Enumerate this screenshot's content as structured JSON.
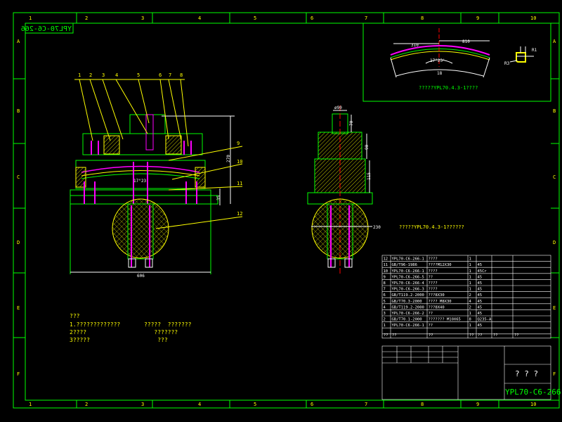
{
  "colors": {
    "frame": "#00ff00",
    "hatch": "#ffff00",
    "bolt": "#ff00ff",
    "leader": "#ffff00",
    "dimension": "#ffffff",
    "part_outline": "#00ff00",
    "shaft": "#ff00ff",
    "red": "#ff0000"
  },
  "border": {
    "col_labels_top": [
      "1",
      "2",
      "3",
      "4",
      "5",
      "6",
      "7",
      "8",
      "9",
      "10"
    ],
    "col_labels_bottom": [
      "1",
      "2",
      "3",
      "4",
      "5",
      "6",
      "7",
      "8",
      "9",
      "10"
    ],
    "row_labels_left": [
      "A",
      "B",
      "C",
      "D",
      "E",
      "F"
    ],
    "row_labels_right": [
      "A",
      "B",
      "C",
      "D",
      "E",
      "F"
    ]
  },
  "drawing_code_mirrored": "YPL70-C6-266",
  "detail_view": {
    "dim_left": "310",
    "dim_right": "810",
    "dim_bottom": "18",
    "angle": "17°23'",
    "radius_1": "R3",
    "radius_2": "R1",
    "caption": "?????YPL70.4.3-1????"
  },
  "front_view": {
    "balloons_top": [
      "1",
      "2",
      "3",
      "4",
      "5",
      "6",
      "7",
      "8"
    ],
    "balloons_right": [
      "9",
      "10",
      "11",
      "12"
    ],
    "dim_height": "270",
    "dim_small": "35",
    "dim_width": "606",
    "angle": "17°23'"
  },
  "side_view": {
    "dim_top": "ø90",
    "dim_1": "70",
    "dim_2": "90",
    "dim_3": "115",
    "dim_right": "230",
    "caption": "?????YPL70.4.3-1??????"
  },
  "notes": {
    "heading": "???",
    "lines": [
      "1.?????????????       ?????  ???????",
      "2????                    ???????",
      "3?????                    ???"
    ]
  },
  "bom": {
    "rows": [
      {
        "no": "12",
        "code": "YPL70-C6-266-1",
        "name": "????",
        "qty": "1",
        "mat": "",
        "note": ""
      },
      {
        "no": "11",
        "code": "GB/T96-1986",
        "name": "????M12X30",
        "qty": "1",
        "mat": "45",
        "note": ""
      },
      {
        "no": "10",
        "code": "YPL70-C6-266-1",
        "name": "????",
        "qty": "1",
        "mat": "45Cr",
        "note": ""
      },
      {
        "no": "9",
        "code": "YPL70-C6-266-5",
        "name": "??",
        "qty": "1",
        "mat": "45",
        "note": ""
      },
      {
        "no": "8",
        "code": "YPL70-C6-266-4",
        "name": "????",
        "qty": "1",
        "mat": "45",
        "note": ""
      },
      {
        "no": "7",
        "code": "YPL70-C6-266-3",
        "name": "????",
        "qty": "1",
        "mat": "45",
        "note": ""
      },
      {
        "no": "6",
        "code": "GB/T119.2-2000",
        "name": "???8X30",
        "qty": "2",
        "mat": "45",
        "note": ""
      },
      {
        "no": "5",
        "code": "GB/T70.3-2000",
        "name": "???? M8X30",
        "qty": "4",
        "mat": "45",
        "note": ""
      },
      {
        "no": "4",
        "code": "GB/T119.2-2000",
        "name": "???8X40",
        "qty": "2",
        "mat": "45",
        "note": ""
      },
      {
        "no": "3",
        "code": "YPL70-C6-266-2",
        "name": "??",
        "qty": "1",
        "mat": "45",
        "note": ""
      },
      {
        "no": "2",
        "code": "GB/T70.1-2000",
        "name": "??????? M10X65",
        "qty": "8",
        "mat": "Q235-A",
        "note": ""
      },
      {
        "no": "1",
        "code": "YPL70-C6-266-1",
        "name": "??",
        "qty": "1",
        "mat": "45",
        "note": ""
      }
    ],
    "header": {
      "no": "??",
      "code": "??",
      "name": "??",
      "qty": "??",
      "mat": "??",
      "note1": "??",
      "note2": "??"
    }
  },
  "title_block": {
    "name": "? ? ?",
    "code": "YPL70-C6-266"
  }
}
